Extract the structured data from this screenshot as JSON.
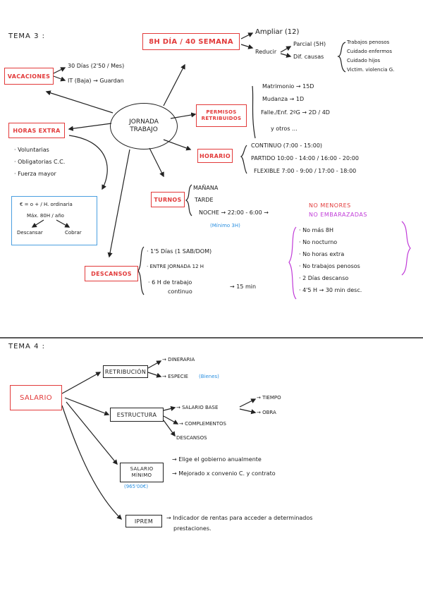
{
  "tema3": {
    "title": "TEMA 3 :",
    "center": {
      "line1": "JORNADA",
      "line2": "TRABAJO"
    },
    "main_box": "8H DÍA / 40 SEMANA",
    "ampliar": "Ampliar (12)",
    "reducir": "Reducir",
    "parcial": "Parcial (5H)",
    "dif_causas": "Dif. causas",
    "reducir_causas": [
      "Trabajos penosos",
      "Cuidado enfermos",
      "Cuidado hijos",
      "Victim. violencia G."
    ],
    "vacaciones": "VACACIONES",
    "vacaciones_items": [
      "30 Días (2'50 / Mes)",
      "IT (Baja) → Guardan"
    ],
    "horas_extra": "HORAS EXTRA",
    "horas_extra_items": [
      "· Voluntarias",
      "· Obligatorias C.C.",
      "· Fuerza mayor"
    ],
    "blue_box": {
      "line1": "€ = o + / H. ordinaria",
      "line2": "Máx. 80H / año",
      "left": "Descansar",
      "right": "Cobrar"
    },
    "permisos": {
      "line1": "PERMISOS",
      "line2": "RETRIBUIDOS"
    },
    "permisos_items": [
      "Matrimonio → 15D",
      "Mudanza → 1D",
      "Falle./Enf. 2ºG → 2D / 4D",
      "y otros ..."
    ],
    "horario": "HORARIO",
    "horario_items": [
      "CONTINUO (7:00 - 15:00)",
      "PARTIDO 10:00 - 14:00 / 16:00 - 20:00",
      "FLEXIBLE 7:00 - 9:00 / 17:00 - 18:00"
    ],
    "turnos": "TURNOS",
    "turnos_items": [
      "MAÑANA",
      "TARDE",
      "NOCHE → 22:00 - 6:00 →"
    ],
    "no_menores": "NO MENORES",
    "no_embarazadas": "NO EMBARAZADAS",
    "minimo": "(Mínimo 3H)",
    "noche_rules": [
      "· No más 8H",
      "· No nocturno",
      "· No horas extra",
      "· No trabajos penosos",
      "· 2 Días descanso",
      "· 4'5 H → 30 min desc."
    ],
    "descansos": "DESCANSOS",
    "descansos_items": [
      "· 1'5 Días (1 SAB/DOM)",
      "· ENTRE JORNADA 12 H",
      "· 6 H de trabajo",
      "continuo",
      "→ 15 min"
    ]
  },
  "tema4": {
    "title": "TEMA 4 :",
    "salario": "SALARIO",
    "retribucion": "RETRIBUCIÓN",
    "retribucion_items": [
      "→ DINERARIA",
      "→ ESPECIE"
    ],
    "bienes": "(Bienes)",
    "estructura": "ESTRUCTURA",
    "salario_base": "→ SALARIO BASE",
    "tiempo": "→ TIEMPO",
    "obra": "→ OBRA",
    "complementos": "→ COMPLEMENTOS",
    "descansos": "DESCANSOS",
    "salario_minimo": {
      "line1": "SALARIO",
      "line2": "MÍNIMO"
    },
    "smi_value": "(965'00€)",
    "minimo_items": [
      "→ Elige el gobierno anualmente",
      "→ Mejorado x convenio C. y contrato"
    ],
    "iprem": "IPREM",
    "iprem_text": [
      "→ Indicador de rentas para acceder a determinados",
      "prestaciones."
    ]
  }
}
